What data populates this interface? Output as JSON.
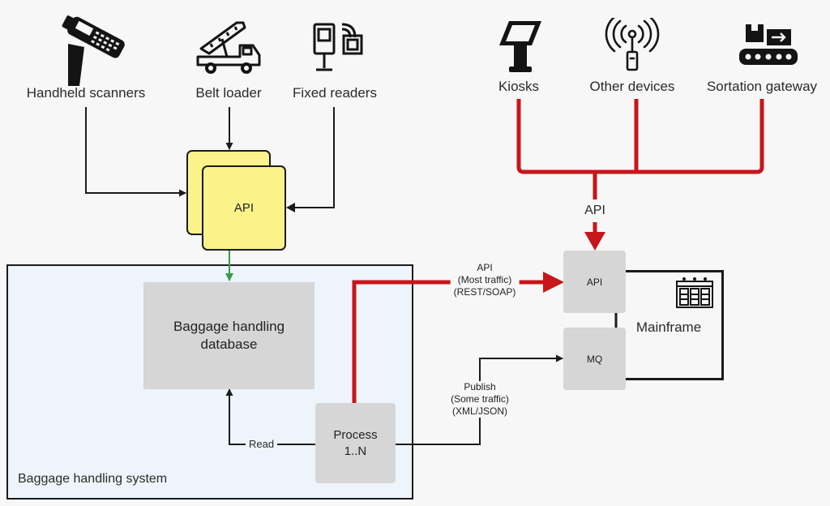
{
  "sources_left": {
    "handheld_scanners": "Handheld scanners",
    "belt_loader": "Belt loader",
    "fixed_readers": "Fixed readers"
  },
  "sources_right": {
    "kiosks": "Kiosks",
    "other_devices": "Other devices",
    "sortation_gateway": "Sortation gateway"
  },
  "api_gateway": {
    "label": "API"
  },
  "red_bus": {
    "label": "API"
  },
  "bhs": {
    "title": "Baggage handling system",
    "database": "Baggage handling database",
    "process_line1": "Process",
    "process_line2": "1..N",
    "read_label": "Read"
  },
  "edges": {
    "api_line1": "API",
    "api_line2": "(Most traffic)",
    "api_line3": "(REST/SOAP)",
    "publish_line1": "Publish",
    "publish_line2": "(Some traffic)",
    "publish_line3": "(XML/JSON)"
  },
  "mainframe": {
    "title": "Mainframe",
    "api_box": "API",
    "mq_box": "MQ"
  },
  "colors": {
    "red": "#c8151b",
    "green": "#3a9a4c",
    "yellow": "#fbf38a",
    "grey_box": "#d6d6d6",
    "bhs_fill": "#eef4fb"
  },
  "icons": [
    "handheld-scanner-icon",
    "belt-loader-icon",
    "fixed-reader-icon",
    "kiosk-icon",
    "antenna-device-icon",
    "conveyor-box-icon",
    "server-rack-icon"
  ]
}
